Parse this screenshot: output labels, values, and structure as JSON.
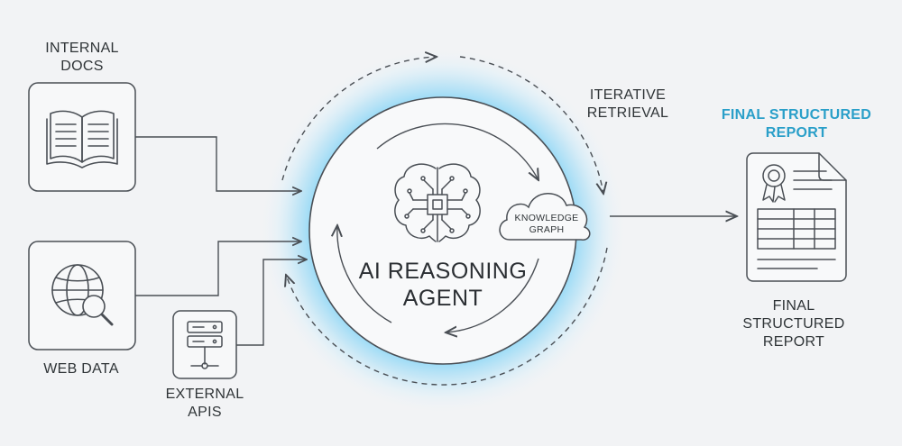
{
  "sources": {
    "internal_docs": {
      "label": "INTERNAL\nDOCS",
      "icon": "open-book-icon"
    },
    "web_data": {
      "label": "WEB DATA",
      "icon": "globe-search-icon"
    },
    "external_apis": {
      "label": "EXTERNAL\nAPIS",
      "icon": "server-icon"
    }
  },
  "agent": {
    "label": "AI REASONING\nAGENT",
    "icon": "brain-chip-icon",
    "knowledge_graph": {
      "label": "KNOWLEDGE\nGRAPH",
      "icon": "cloud-icon"
    },
    "loop_label": "ITERATIVE\nRETRIEVAL"
  },
  "output": {
    "heading": "FINAL STRUCTURED\nREPORT",
    "caption": "FINAL\nSTRUCTURED\nREPORT",
    "icon": "certified-report-icon"
  },
  "colors": {
    "accent": "#2a9fc9",
    "glow": "#7fd3f7",
    "stroke": "#4a4f55",
    "background": "#f2f3f5"
  }
}
